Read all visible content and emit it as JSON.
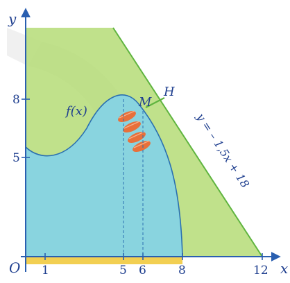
{
  "diagram": {
    "axes": {
      "x_label": "x",
      "y_label": "y",
      "origin_label": "O"
    },
    "x_ticks": [
      "1",
      "5",
      "6",
      "8",
      "12"
    ],
    "y_ticks": [
      "5",
      "8"
    ],
    "labels": {
      "function": "f(x)",
      "point_m": "M",
      "point_h": "H",
      "line": "y = – 1,5x + 18"
    },
    "colors": {
      "green_region": "#b9de7e",
      "blue_region": "#86d3e4",
      "line_green": "#5fb43f",
      "outline_blue": "#2a6fb0",
      "axis_blue": "#2a5fb0",
      "yellow_strip": "#f2cf52",
      "seeds": "#e8703a",
      "watermark": "#bdbdbd"
    },
    "icons": [
      "seed-icon"
    ]
  }
}
